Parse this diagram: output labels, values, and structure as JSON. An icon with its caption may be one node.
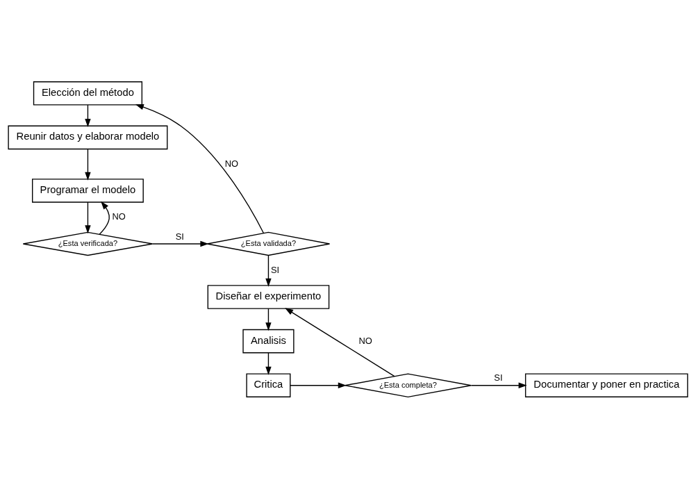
{
  "diagram": {
    "nodes": [
      {
        "text": [
          "Elección del método"
        ]
      },
      {
        "text": [
          "Reunir datos y elaborar modelo"
        ]
      },
      {
        "text": [
          "Programar el modelo"
        ]
      },
      {
        "text": [
          "¿Esta verificada?"
        ]
      },
      {
        "text": [
          "¿Esta validada?"
        ]
      },
      {
        "text": [
          "Diseñar el experimento"
        ]
      },
      {
        "text": [
          "Analisis"
        ]
      },
      {
        "text": [
          "Critica"
        ]
      },
      {
        "text": [
          "¿Esta completa?"
        ]
      },
      {
        "text": [
          "Documentar y poner en practica"
        ]
      }
    ],
    "edges": [
      {
        "from": 0,
        "to": 1,
        "arrow": "to"
      },
      {
        "from": 1,
        "to": 2,
        "arrow": "to"
      },
      {
        "from": 2,
        "to": 3,
        "arrow": "to"
      },
      {
        "from": 3,
        "to": 2,
        "arrow": "to",
        "label": "NO"
      },
      {
        "from": 3,
        "to": 4,
        "arrow": "to",
        "label": "SI"
      },
      {
        "from": 4,
        "to": 0,
        "arrow": "to",
        "label": "NO"
      },
      {
        "from": 4,
        "to": 5,
        "arrow": "to",
        "label": "SI"
      },
      {
        "from": 5,
        "to": 6,
        "arrow": "to"
      },
      {
        "from": 6,
        "to": 7,
        "arrow": "to"
      },
      {
        "from": 7,
        "to": 8,
        "arrow": "to"
      },
      {
        "from": 8,
        "to": 5,
        "arrow": "to",
        "label": "NO"
      },
      {
        "from": 8,
        "to": 9,
        "arrow": "to",
        "label": "SI"
      }
    ]
  }
}
